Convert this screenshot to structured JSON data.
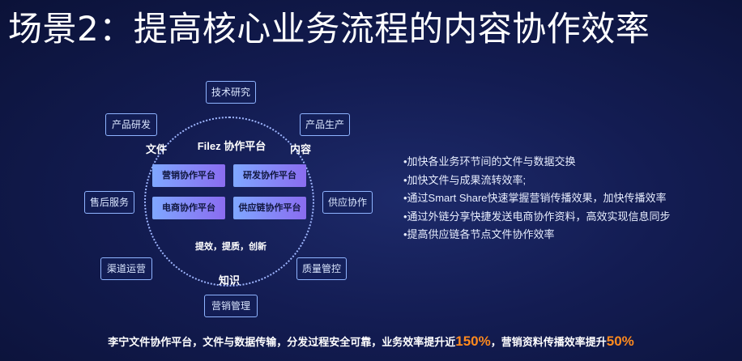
{
  "title": "场景2：提高核心业务流程的内容协作效率",
  "diagram": {
    "center_title": "Filez 协作平台",
    "corner_labels": {
      "file": "文件",
      "content": "内容",
      "knowledge": "知识"
    },
    "platforms": [
      "营销协作平台",
      "研发协作平台",
      "电商协作平台",
      "供应链协作平台"
    ],
    "tagline": "提效，提质，创新",
    "nodes": {
      "tech_research": "技术研究",
      "product_production": "产品生产",
      "supply_collab": "供应协作",
      "quality_control": "质量管控",
      "marketing_mgmt": "营销管理",
      "channel_ops": "渠道运营",
      "after_sales": "售后服务",
      "product_rd": "产品研发"
    }
  },
  "bullets": [
    "•加快各业务环节间的文件与数据交换",
    "•加快文件与成果流转效率;",
    "•通过Smart Share快速掌握营销传播效果，加快传播效率",
    "•通过外链分享快捷发送电商协作资料，高效实现信息同步",
    "•提高供应链各节点文件协作效率"
  ],
  "footer": {
    "part1": "李宁文件协作平台，文件与数据传输，分发过程安全可靠，业务效率提升近",
    "value1": "150%",
    "part2": "，营销资料传播效率提升",
    "value2": "50%"
  }
}
